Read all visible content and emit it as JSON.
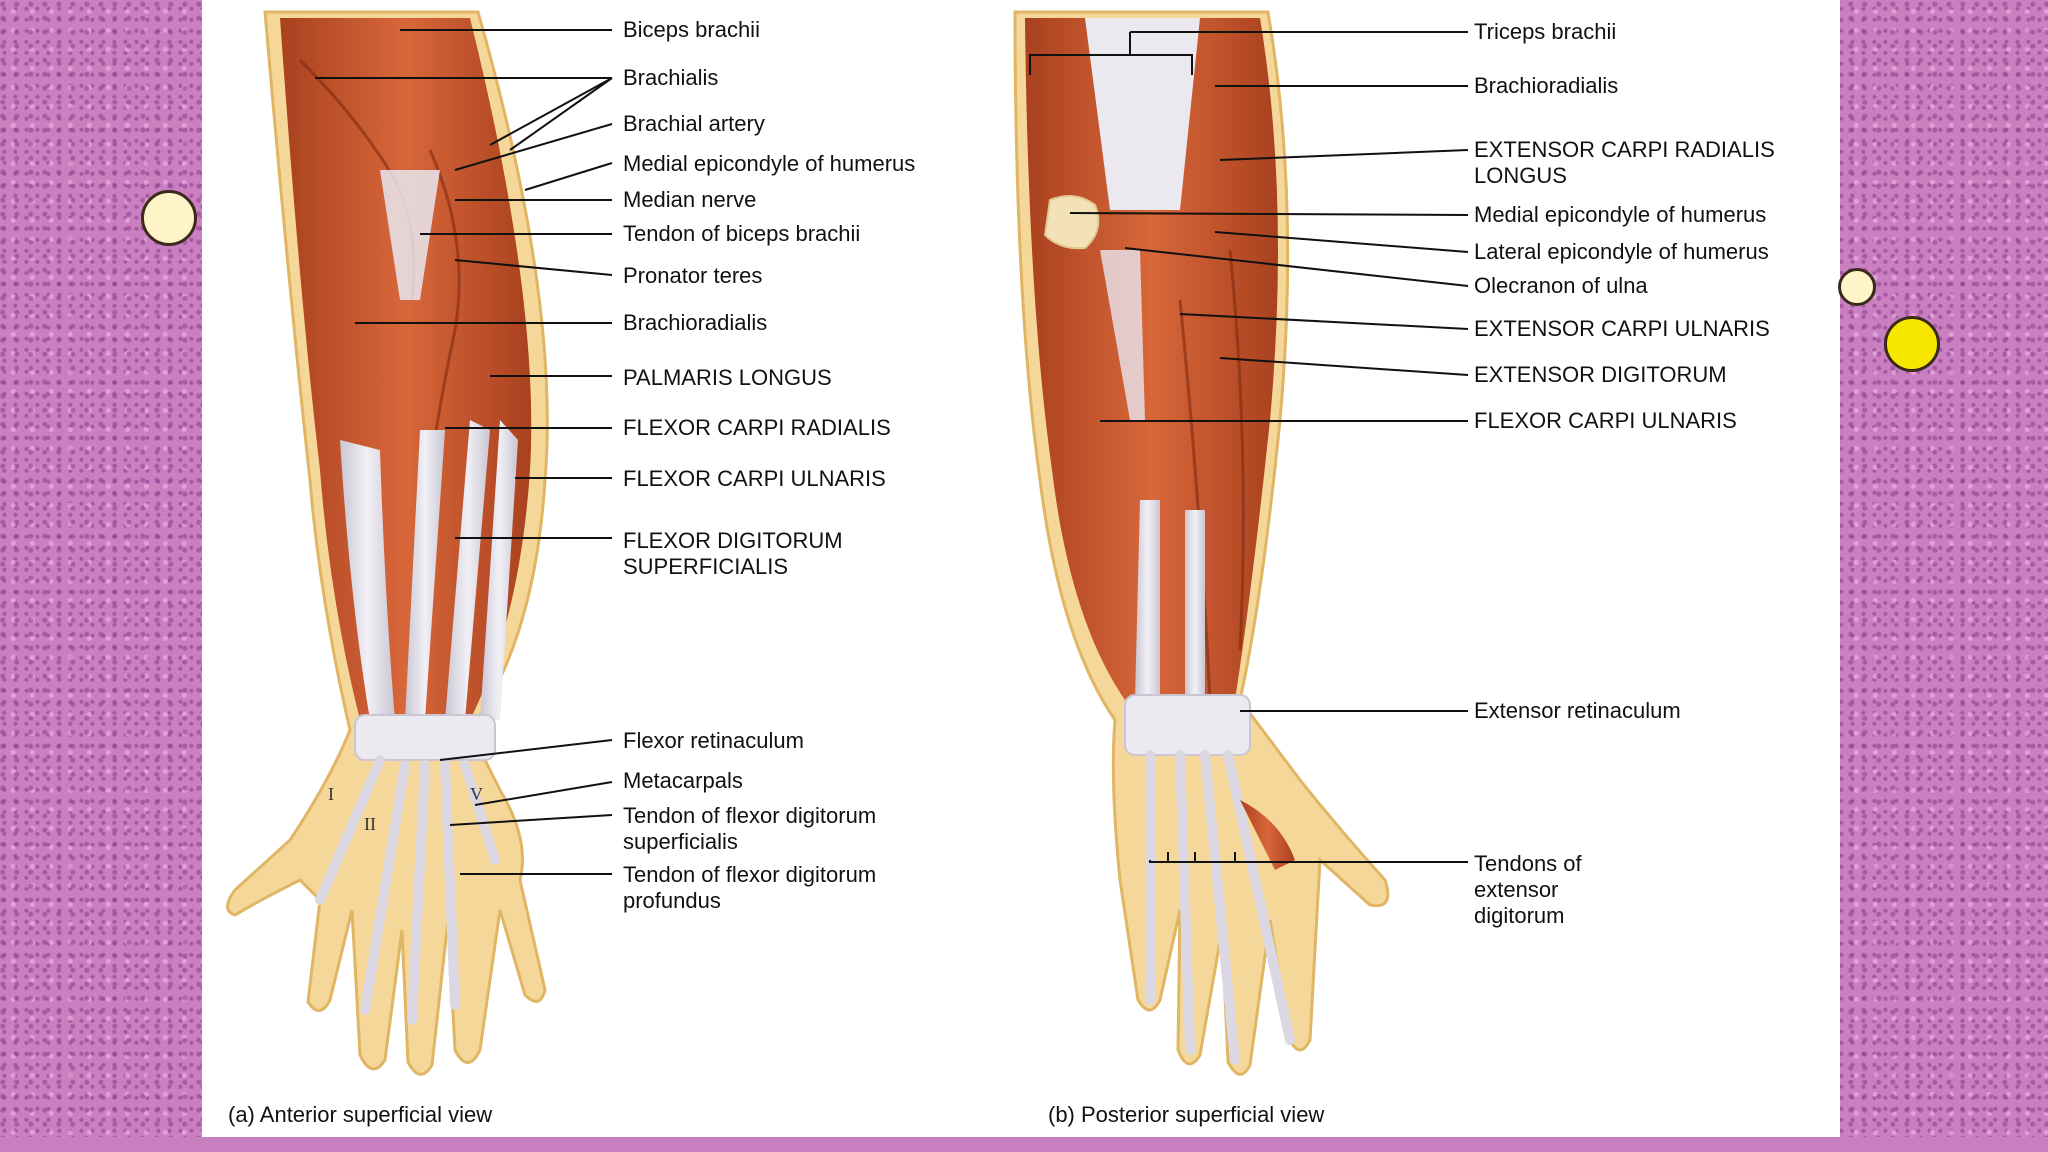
{
  "anterior": {
    "caption": "(a) Anterior superficial view",
    "labels": [
      "Biceps brachii",
      "Brachialis",
      "Brachial artery",
      "Medial epicondyle of humerus",
      "Median nerve",
      "Tendon of biceps brachii",
      "Pronator teres",
      "Brachioradialis",
      "PALMARIS LONGUS",
      "FLEXOR CARPI RADIALIS",
      "FLEXOR CARPI ULNARIS",
      "FLEXOR DIGITORUM SUPERFICIALIS",
      "Flexor retinaculum",
      "Metacarpals",
      "Tendon of flexor digitorum superficialis",
      "Tendon of flexor digitorum profundus"
    ],
    "metacarpal_numerals": [
      "I",
      "II",
      "V"
    ]
  },
  "posterior": {
    "caption": "(b) Posterior superficial view",
    "labels": [
      "Triceps brachii",
      "Brachioradialis",
      "EXTENSOR CARPI RADIALIS LONGUS",
      "Medial epicondyle of humerus",
      "Lateral epicondyle of humerus",
      "Olecranon of ulna",
      "EXTENSOR CARPI ULNARIS",
      "EXTENSOR DIGITORUM",
      "FLEXOR CARPI ULNARIS",
      "Extensor retinaculum",
      "Tendons of extensor digitorum"
    ]
  },
  "colors": {
    "muscle": "#c8552e",
    "muscle_dark": "#9e3a1c",
    "tendon": "#e4e1ea",
    "skin": "#f6d79a",
    "background": "#c97fc0",
    "panel": "#ffffff",
    "accent_yellow": "#f7e600"
  }
}
